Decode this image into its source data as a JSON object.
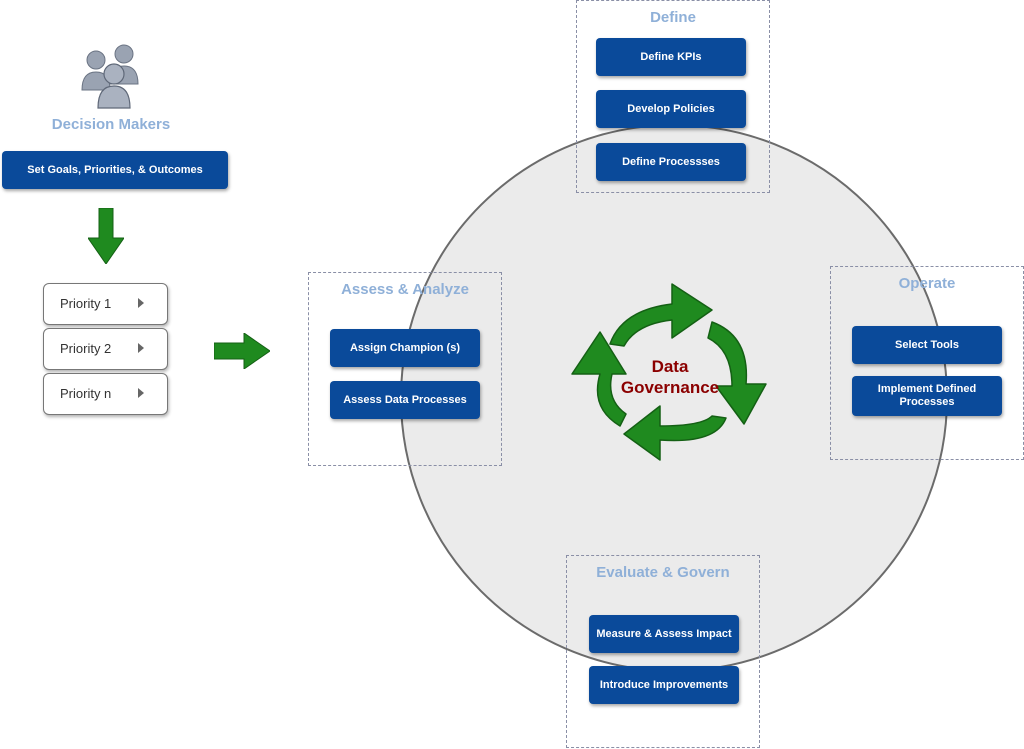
{
  "decision_makers": {
    "label": "Decision Makers",
    "goals_button": "Set Goals,  Priorities, & Outcomes"
  },
  "priorities": [
    "Priority 1",
    "Priority 2",
    "Priority n"
  ],
  "center": {
    "line1": "Data",
    "line2": "Governance"
  },
  "define": {
    "title": "Define",
    "items": [
      "Define  KPIs",
      "Develop Policies",
      "Define Processses"
    ]
  },
  "assess": {
    "title": "Assess & Analyze",
    "items": [
      "Assign Champion (s)",
      "Assess Data Processes"
    ]
  },
  "operate": {
    "title": "Operate",
    "items": [
      "Select Tools",
      "Implement Defined Processes"
    ]
  },
  "evaluate": {
    "title": "Evaluate & Govern",
    "items": [
      "Measure & Assess Impact",
      "Introduce Improvements"
    ]
  },
  "colors": {
    "box_blue": "#0a4a9a",
    "title_blue": "#8fb0d8",
    "arrow_green": "#1f8a1f",
    "center_text": "#8b0000",
    "circle_fill": "#ebebeb"
  },
  "icons": [
    "people-icon",
    "down-arrow-icon",
    "right-arrow-icon",
    "cycle-arrows-icon",
    "chevron-right-icon"
  ]
}
